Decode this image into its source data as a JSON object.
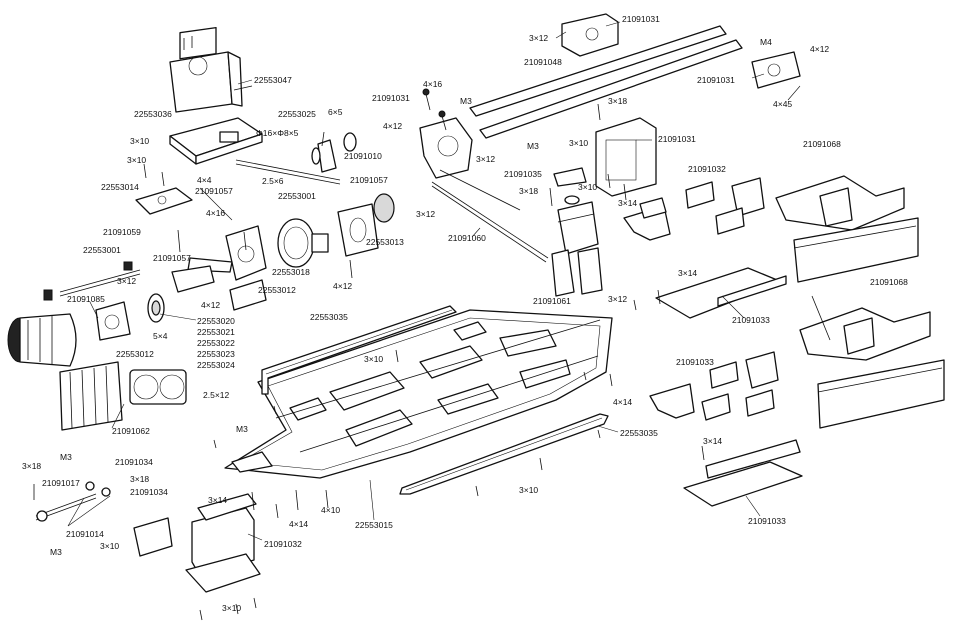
{
  "labels": {
    "l01": "21091031",
    "l02": "3×12",
    "l03": "21091048",
    "l04": "M4",
    "l05": "4×12",
    "l06": "21091031",
    "l07": "4×45",
    "l08": "22553047",
    "l09": "4×16",
    "l10": "21091031",
    "l11": "M3",
    "l12": "22553036",
    "l13": "22553025",
    "l14": "6×5",
    "l15": "Φ16×Φ8×5",
    "l16": "4×12",
    "l17": "M3",
    "l18": "3×12",
    "l19": "3×18",
    "l20": "21091031",
    "l21": "3×10",
    "l22": "21091010",
    "l23": "3×10",
    "l24": "21091068",
    "l25": "3×10",
    "l26": "4×4",
    "l27": "2.5×6",
    "l28": "21091057",
    "l29": "21091035",
    "l30": "21091032",
    "l31": "22553014",
    "l32": "21091057",
    "l33": "22553001",
    "l34": "3×18",
    "l35": "3×10",
    "l36": "3×14",
    "l37": "3×12",
    "l38": "4×16",
    "l39": "21091059",
    "l40": "22553013",
    "l41": "21091060",
    "l42": "22553001",
    "l43": "21091057",
    "l44": "22553018",
    "l45": "4×12",
    "l46": "3×12",
    "l47": "22553012",
    "l48": "3×14",
    "l49": "21091068",
    "l50": "21091085",
    "l51": "4×12",
    "l52": "21091061",
    "l53": "3×12",
    "l54": "21091033",
    "l55": "22553035",
    "l56": "22553020",
    "l57": "22553021",
    "l58": "22553022",
    "l59": "22553023",
    "l60": "22553024",
    "l61": "5×4",
    "l62": "22553012",
    "l63": "3×10",
    "l64": "21091033",
    "l65": "2.5×12",
    "l66": "4×14",
    "l67": "21091062",
    "l68": "22553035",
    "l69": "M3",
    "l70": "3×14",
    "l71": "3×18",
    "l72": "M3",
    "l73": "21091034",
    "l74": "21091017",
    "l75": "3×18",
    "l76": "21091034",
    "l77": "3×10",
    "l78": "3×14",
    "l79": "4×10",
    "l80": "4×14",
    "l81": "21091014",
    "l82": "22553015",
    "l83": "21091032",
    "l84": "3×10",
    "l85": "M3",
    "l86": "3×10",
    "l87": "21091033"
  }
}
